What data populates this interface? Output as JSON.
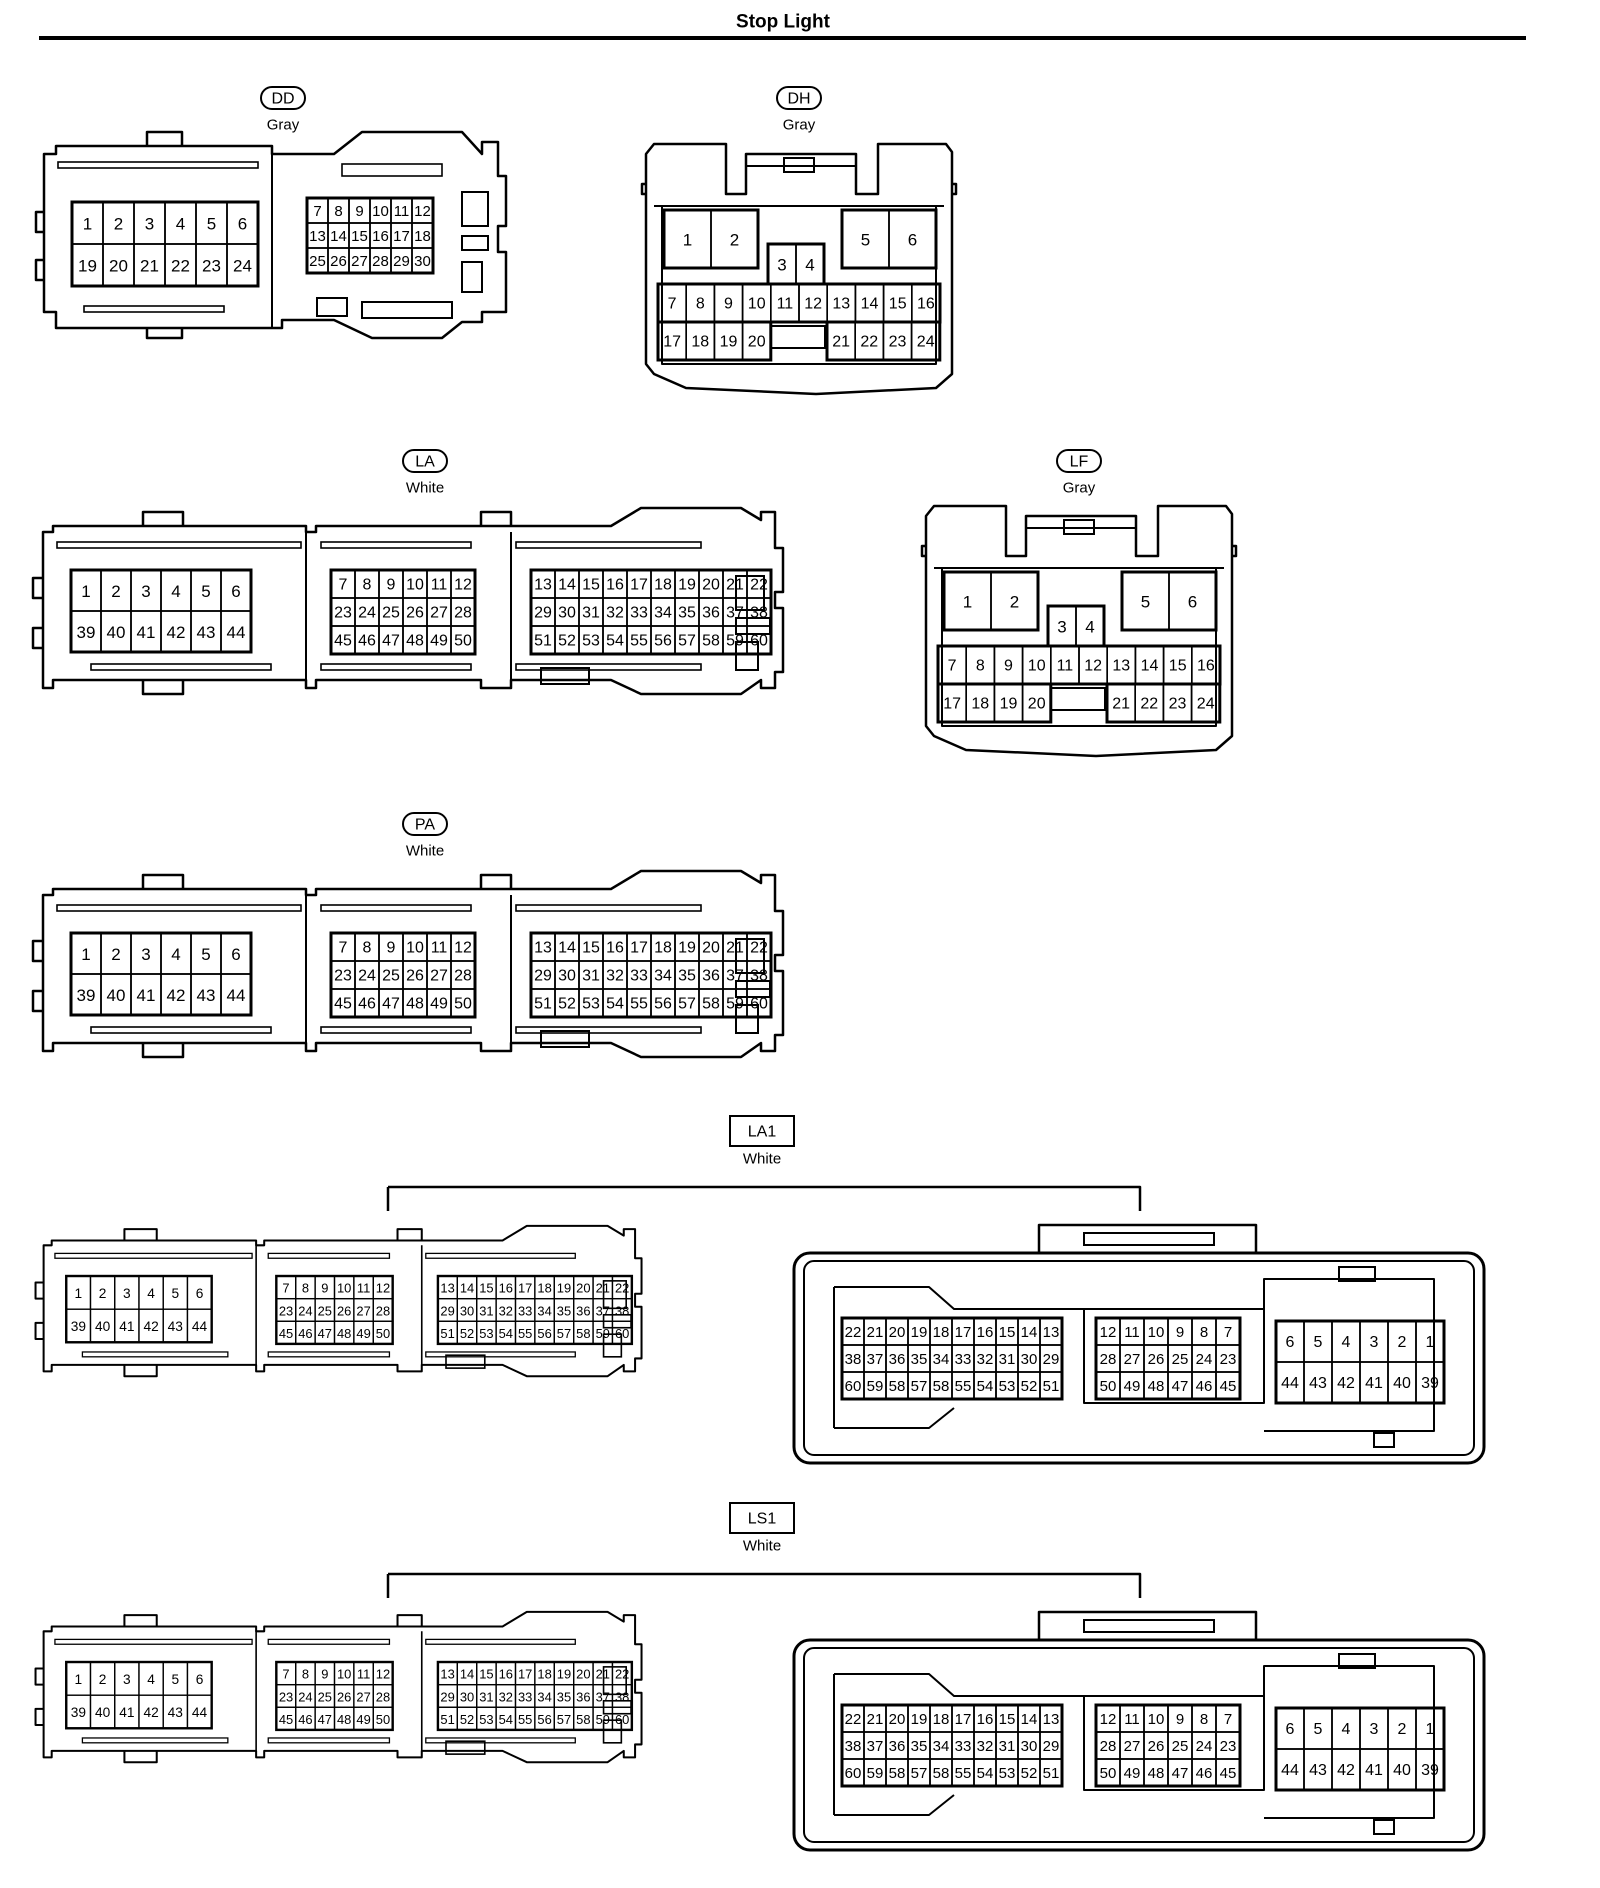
{
  "page": {
    "title": "Stop Light"
  },
  "connectors": {
    "dd": {
      "code": "DD",
      "color": "Gray",
      "left_rows": [
        [
          "1",
          "2",
          "3",
          "4",
          "5",
          "6"
        ],
        [
          "19",
          "20",
          "21",
          "22",
          "23",
          "24"
        ]
      ],
      "right_rows": [
        [
          "7",
          "8",
          "9",
          "10",
          "11",
          "12"
        ],
        [
          "13",
          "14",
          "15",
          "16",
          "17",
          "18"
        ],
        [
          "25",
          "26",
          "27",
          "28",
          "29",
          "30"
        ]
      ]
    },
    "dh": {
      "code": "DH",
      "color": "Gray",
      "top_left": [
        "1",
        "2"
      ],
      "top_right": [
        "5",
        "6"
      ],
      "center": [
        "3",
        "4"
      ],
      "row1": [
        "7",
        "8",
        "9",
        "10",
        "11",
        "12",
        "13",
        "14",
        "15",
        "16"
      ],
      "row2_left": [
        "17",
        "18",
        "19",
        "20"
      ],
      "row2_right": [
        "21",
        "22",
        "23",
        "24"
      ]
    },
    "la": {
      "code": "LA",
      "color": "White",
      "g1": [
        [
          "1",
          "2",
          "3",
          "4",
          "5",
          "6"
        ],
        [
          "39",
          "40",
          "41",
          "42",
          "43",
          "44"
        ]
      ],
      "g2": [
        [
          "7",
          "8",
          "9",
          "10",
          "11",
          "12"
        ],
        [
          "23",
          "24",
          "25",
          "26",
          "27",
          "28"
        ],
        [
          "45",
          "46",
          "47",
          "48",
          "49",
          "50"
        ]
      ],
      "g3": [
        [
          "13",
          "14",
          "15",
          "16",
          "17",
          "18",
          "19",
          "20",
          "21",
          "22"
        ],
        [
          "29",
          "30",
          "31",
          "32",
          "33",
          "34",
          "35",
          "36",
          "37",
          "38"
        ],
        [
          "51",
          "52",
          "53",
          "54",
          "55",
          "56",
          "57",
          "58",
          "59",
          "60"
        ]
      ]
    },
    "lf": {
      "code": "LF",
      "color": "Gray",
      "top_left": [
        "1",
        "2"
      ],
      "top_right": [
        "5",
        "6"
      ],
      "center": [
        "3",
        "4"
      ],
      "row1": [
        "7",
        "8",
        "9",
        "10",
        "11",
        "12",
        "13",
        "14",
        "15",
        "16"
      ],
      "row2_left": [
        "17",
        "18",
        "19",
        "20"
      ],
      "row2_right": [
        "21",
        "22",
        "23",
        "24"
      ]
    },
    "pa": {
      "code": "PA",
      "color": "White",
      "g1": [
        [
          "1",
          "2",
          "3",
          "4",
          "5",
          "6"
        ],
        [
          "39",
          "40",
          "41",
          "42",
          "43",
          "44"
        ]
      ],
      "g2": [
        [
          "7",
          "8",
          "9",
          "10",
          "11",
          "12"
        ],
        [
          "23",
          "24",
          "25",
          "26",
          "27",
          "28"
        ],
        [
          "45",
          "46",
          "47",
          "48",
          "49",
          "50"
        ]
      ],
      "g3": [
        [
          "13",
          "14",
          "15",
          "16",
          "17",
          "18",
          "19",
          "20",
          "21",
          "22"
        ],
        [
          "29",
          "30",
          "31",
          "32",
          "33",
          "34",
          "35",
          "36",
          "37",
          "38"
        ],
        [
          "51",
          "52",
          "53",
          "54",
          "55",
          "56",
          "57",
          "58",
          "59",
          "60"
        ]
      ]
    },
    "la1": {
      "code": "LA1",
      "color": "White",
      "g1": [
        [
          "1",
          "2",
          "3",
          "4",
          "5",
          "6"
        ],
        [
          "39",
          "40",
          "41",
          "42",
          "43",
          "44"
        ]
      ],
      "g2": [
        [
          "7",
          "8",
          "9",
          "10",
          "11",
          "12"
        ],
        [
          "23",
          "24",
          "25",
          "26",
          "27",
          "28"
        ],
        [
          "45",
          "46",
          "47",
          "48",
          "49",
          "50"
        ]
      ],
      "g3": [
        [
          "13",
          "14",
          "15",
          "16",
          "17",
          "18",
          "19",
          "20",
          "21",
          "22"
        ],
        [
          "29",
          "30",
          "31",
          "32",
          "33",
          "34",
          "35",
          "36",
          "37",
          "38"
        ],
        [
          "51",
          "52",
          "53",
          "54",
          "55",
          "56",
          "57",
          "58",
          "59",
          "60"
        ]
      ],
      "f1": [
        [
          "22",
          "21",
          "20",
          "19",
          "18",
          "17",
          "16",
          "15",
          "14",
          "13"
        ],
        [
          "38",
          "37",
          "36",
          "35",
          "34",
          "33",
          "32",
          "31",
          "30",
          "29"
        ],
        [
          "60",
          "59",
          "58",
          "57",
          "58",
          "55",
          "54",
          "53",
          "52",
          "51"
        ]
      ],
      "f2": [
        [
          "12",
          "11",
          "10",
          "9",
          "8",
          "7"
        ],
        [
          "28",
          "27",
          "26",
          "25",
          "24",
          "23"
        ],
        [
          "50",
          "49",
          "48",
          "47",
          "46",
          "45"
        ]
      ],
      "f3": [
        [
          "6",
          "5",
          "4",
          "3",
          "2",
          "1"
        ],
        [
          "44",
          "43",
          "42",
          "41",
          "40",
          "39"
        ]
      ]
    },
    "ls1": {
      "code": "LS1",
      "color": "White",
      "g1": [
        [
          "1",
          "2",
          "3",
          "4",
          "5",
          "6"
        ],
        [
          "39",
          "40",
          "41",
          "42",
          "43",
          "44"
        ]
      ],
      "g2": [
        [
          "7",
          "8",
          "9",
          "10",
          "11",
          "12"
        ],
        [
          "23",
          "24",
          "25",
          "26",
          "27",
          "28"
        ],
        [
          "45",
          "46",
          "47",
          "48",
          "49",
          "50"
        ]
      ],
      "g3": [
        [
          "13",
          "14",
          "15",
          "16",
          "17",
          "18",
          "19",
          "20",
          "21",
          "22"
        ],
        [
          "29",
          "30",
          "31",
          "32",
          "33",
          "34",
          "35",
          "36",
          "37",
          "38"
        ],
        [
          "51",
          "52",
          "53",
          "54",
          "55",
          "56",
          "57",
          "58",
          "59",
          "60"
        ]
      ],
      "f1": [
        [
          "22",
          "21",
          "20",
          "19",
          "18",
          "17",
          "16",
          "15",
          "14",
          "13"
        ],
        [
          "38",
          "37",
          "36",
          "35",
          "34",
          "33",
          "32",
          "31",
          "30",
          "29"
        ],
        [
          "60",
          "59",
          "58",
          "57",
          "58",
          "55",
          "54",
          "53",
          "52",
          "51"
        ]
      ],
      "f2": [
        [
          "12",
          "11",
          "10",
          "9",
          "8",
          "7"
        ],
        [
          "28",
          "27",
          "26",
          "25",
          "24",
          "23"
        ],
        [
          "50",
          "49",
          "48",
          "47",
          "46",
          "45"
        ]
      ],
      "f3": [
        [
          "6",
          "5",
          "4",
          "3",
          "2",
          "1"
        ],
        [
          "44",
          "43",
          "42",
          "41",
          "40",
          "39"
        ]
      ]
    }
  }
}
